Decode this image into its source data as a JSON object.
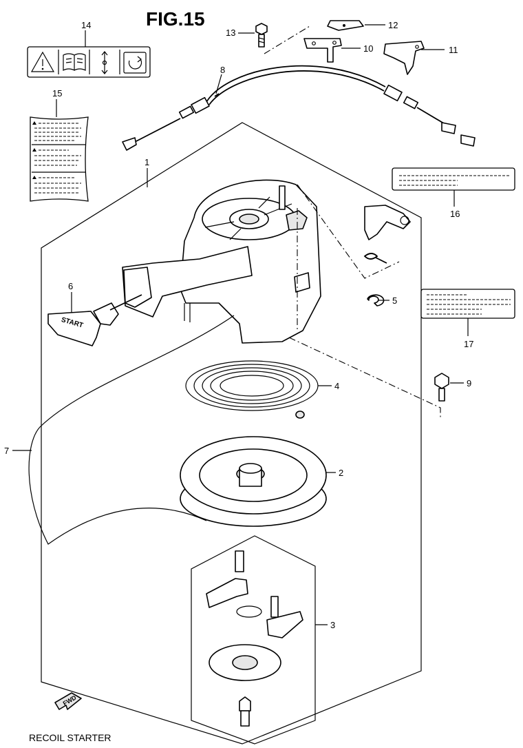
{
  "figure": {
    "title": "FIG.15",
    "caption": "RECOIL STARTER"
  },
  "callouts": [
    {
      "id": "c1",
      "label": "1"
    },
    {
      "id": "c2",
      "label": "2"
    },
    {
      "id": "c3",
      "label": "3"
    },
    {
      "id": "c4",
      "label": "4"
    },
    {
      "id": "c5",
      "label": "5"
    },
    {
      "id": "c6",
      "label": "6"
    },
    {
      "id": "c7",
      "label": "7"
    },
    {
      "id": "c8",
      "label": "8"
    },
    {
      "id": "c9",
      "label": "9"
    },
    {
      "id": "c10",
      "label": "10"
    },
    {
      "id": "c11",
      "label": "11"
    },
    {
      "id": "c12",
      "label": "12"
    },
    {
      "id": "c13",
      "label": "13"
    },
    {
      "id": "c14",
      "label": "14"
    },
    {
      "id": "c15",
      "label": "15"
    },
    {
      "id": "c16",
      "label": "16"
    },
    {
      "id": "c17",
      "label": "17"
    }
  ],
  "handle_text": "START",
  "fwd_text": "FWD",
  "icons": [
    "warning-icon",
    "manual-book-icon",
    "choke-arrows-icon",
    "rotate-knob-icon"
  ]
}
